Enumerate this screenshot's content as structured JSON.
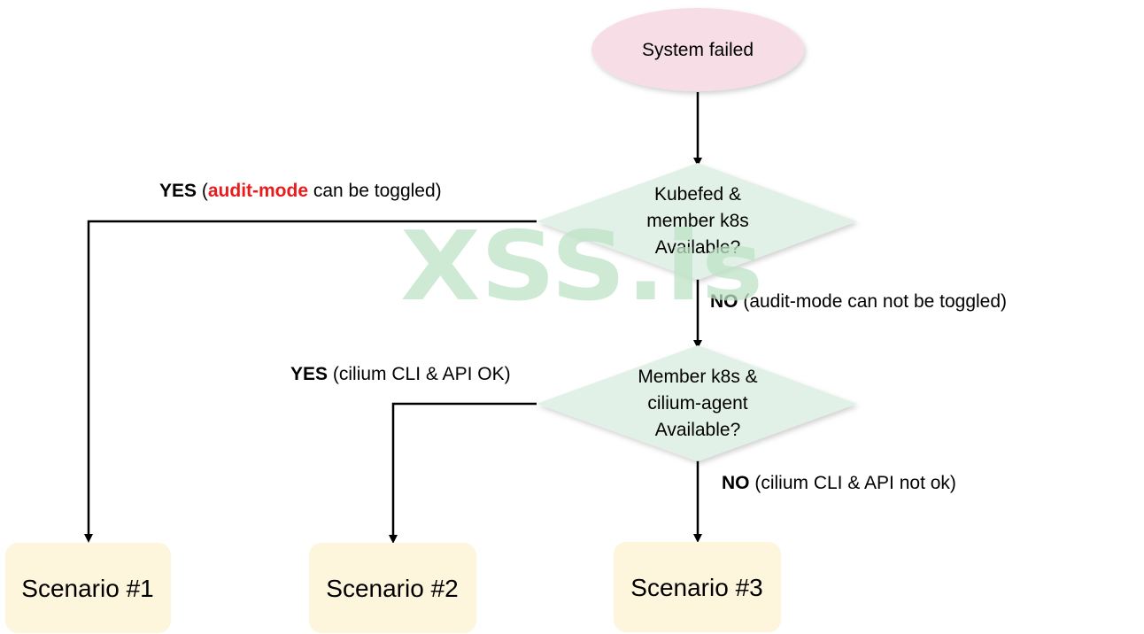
{
  "watermark": "XSS.is",
  "colors": {
    "start_fill": "#f7dde6",
    "decision_fill": "#e2f1e8",
    "scenario_fill": "#fdf5dc",
    "line": "#000000",
    "highlight": "#e81c1c",
    "watermark": "#bfe3c6"
  },
  "nodes": {
    "start": {
      "label": "System failed"
    },
    "decision1": {
      "lines": [
        "Kubefed &",
        "member k8s",
        "Available?"
      ]
    },
    "decision2": {
      "lines": [
        "Member k8s &",
        "cilium-agent",
        "Available?"
      ]
    },
    "scenario1": {
      "label": "Scenario #1"
    },
    "scenario2": {
      "label": "Scenario #2"
    },
    "scenario3": {
      "label": "Scenario #3"
    }
  },
  "edges": {
    "d1_yes": {
      "answer": "YES",
      "open": " (",
      "highlight": "audit-mode",
      "rest": " can be toggled)"
    },
    "d1_no": {
      "answer": "NO",
      "rest": " (audit-mode can not be toggled)"
    },
    "d2_yes": {
      "answer": "YES",
      "rest": " (cilium CLI & API OK)"
    },
    "d2_no": {
      "answer": "NO",
      "rest": " (cilium CLI & API not ok)"
    }
  }
}
